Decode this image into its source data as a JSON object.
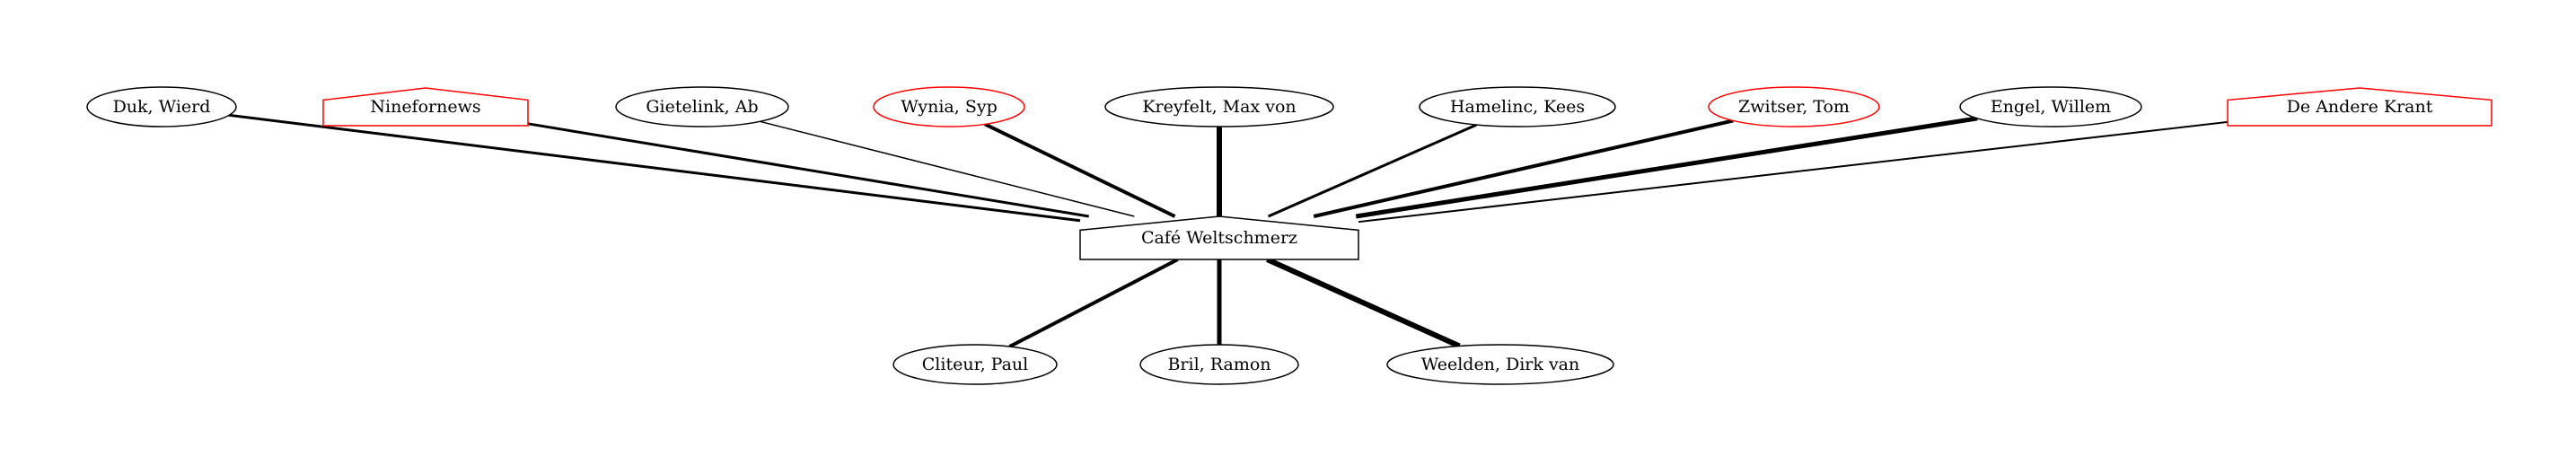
{
  "colors": {
    "background": "#ffffff",
    "default_stroke": "#000000",
    "highlight_stroke": "#ff0000"
  },
  "center": {
    "id": "cafe",
    "label": "Café Weltschmerz",
    "shape": "house",
    "color": "#000000"
  },
  "top_nodes": [
    {
      "id": "duk",
      "label": "Duk, Wierd",
      "shape": "ellipse",
      "color": "#000000"
    },
    {
      "id": "nineforneus",
      "label": "Ninefornews",
      "shape": "house",
      "color": "#ff0000"
    },
    {
      "id": "gietelink",
      "label": "Gietelink, Ab",
      "shape": "ellipse",
      "color": "#000000"
    },
    {
      "id": "wynia",
      "label": "Wynia, Syp",
      "shape": "ellipse",
      "color": "#ff0000"
    },
    {
      "id": "kreyfelt",
      "label": "Kreyfelt, Max von",
      "shape": "ellipse",
      "color": "#000000"
    },
    {
      "id": "hamelinc",
      "label": "Hamelinc, Kees",
      "shape": "ellipse",
      "color": "#000000"
    },
    {
      "id": "zwitser",
      "label": "Zwitser, Tom",
      "shape": "ellipse",
      "color": "#ff0000"
    },
    {
      "id": "engel",
      "label": "Engel, Willem",
      "shape": "ellipse",
      "color": "#000000"
    },
    {
      "id": "deandere",
      "label": "De Andere Krant",
      "shape": "house",
      "color": "#ff0000"
    }
  ],
  "bottom_nodes": [
    {
      "id": "cliteur",
      "label": "Cliteur, Paul",
      "shape": "ellipse",
      "color": "#000000"
    },
    {
      "id": "bril",
      "label": "Bril, Ramon",
      "shape": "ellipse",
      "color": "#000000"
    },
    {
      "id": "weelden",
      "label": "Weelden, Dirk van",
      "shape": "ellipse",
      "color": "#000000"
    }
  ],
  "edges": [
    {
      "from": "duk",
      "to": "cafe",
      "weight": 3
    },
    {
      "from": "nineforneus",
      "to": "cafe",
      "weight": 3
    },
    {
      "from": "gietelink",
      "to": "cafe",
      "weight": 1.5
    },
    {
      "from": "wynia",
      "to": "cafe",
      "weight": 4
    },
    {
      "from": "kreyfelt",
      "to": "cafe",
      "weight": 6
    },
    {
      "from": "hamelinc",
      "to": "cafe",
      "weight": 3
    },
    {
      "from": "zwitser",
      "to": "cafe",
      "weight": 4
    },
    {
      "from": "engel",
      "to": "cafe",
      "weight": 5
    },
    {
      "from": "deandere",
      "to": "cafe",
      "weight": 2
    },
    {
      "from": "cafe",
      "to": "cliteur",
      "weight": 4
    },
    {
      "from": "cafe",
      "to": "bril",
      "weight": 5
    },
    {
      "from": "cafe",
      "to": "weelden",
      "weight": 6
    }
  ]
}
